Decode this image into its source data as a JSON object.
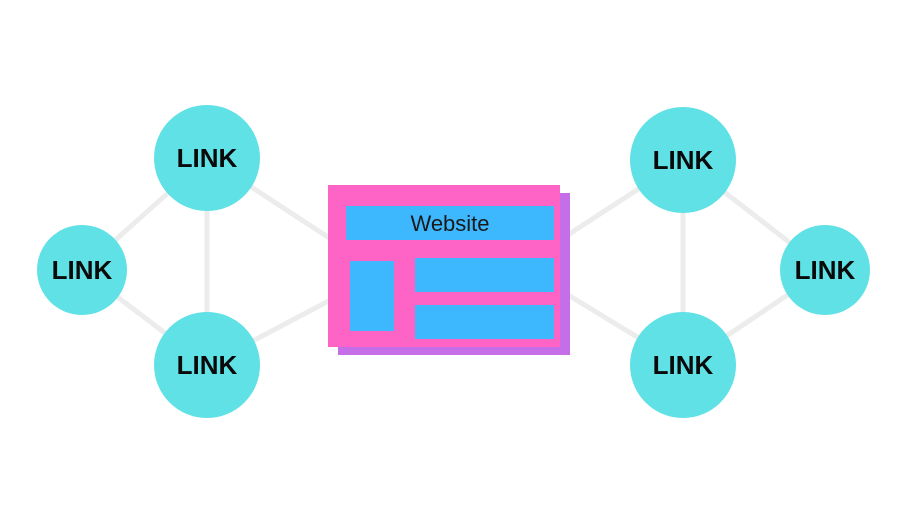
{
  "diagram": {
    "website": {
      "title": "Website"
    },
    "nodes": [
      {
        "id": "left-top",
        "label": "LINK"
      },
      {
        "id": "left-middle",
        "label": "LINK"
      },
      {
        "id": "left-bottom",
        "label": "LINK"
      },
      {
        "id": "right-top",
        "label": "LINK"
      },
      {
        "id": "right-middle",
        "label": "LINK"
      },
      {
        "id": "right-bottom",
        "label": "LINK"
      }
    ],
    "colors": {
      "node_fill": "#5fe1e6",
      "connector": "#ececec",
      "website_frame": "#fe63c6",
      "website_shadow": "#c56ee8",
      "website_block": "#3db8ff"
    }
  }
}
